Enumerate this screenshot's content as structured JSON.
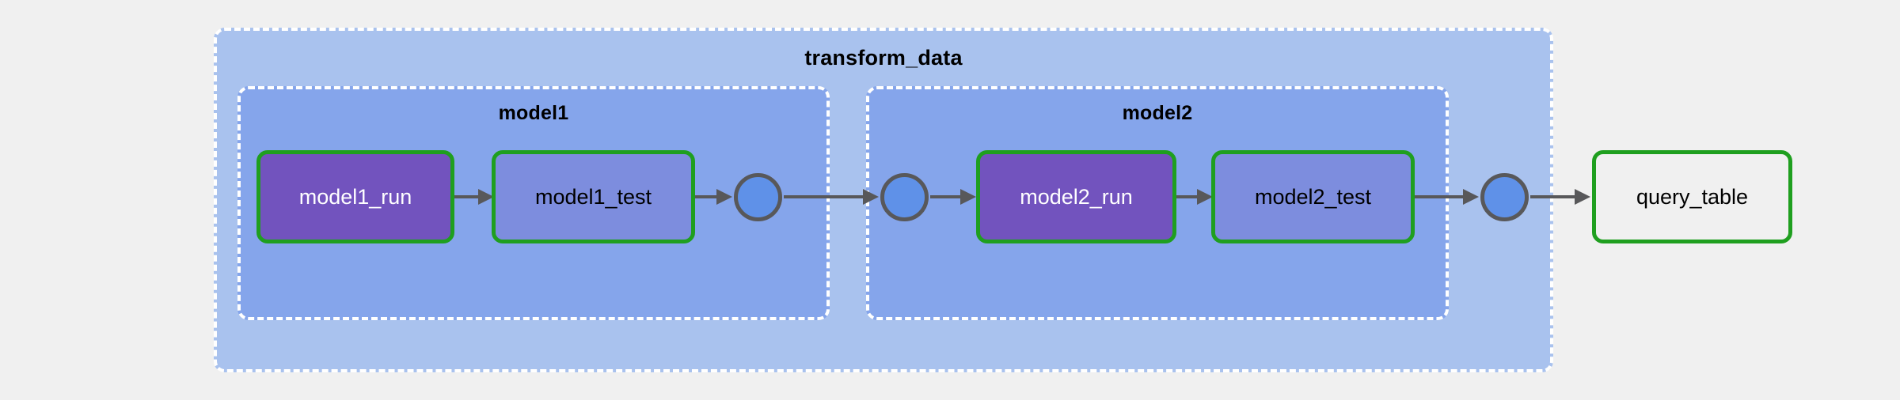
{
  "diagram": {
    "title": "transform_data",
    "background_color": "#f0f0f0",
    "clusters": [
      {
        "id": "transform_data",
        "label": "transform_data",
        "fill": "#a9c2ee",
        "border_color": "#ffffff",
        "border_style": "dashed"
      },
      {
        "id": "model1",
        "label": "model1",
        "fill": "#85a5eb",
        "border_color": "#ffffff",
        "border_style": "dashed"
      },
      {
        "id": "model2",
        "label": "model2",
        "fill": "#85a5eb",
        "border_color": "#ffffff",
        "border_style": "dashed"
      }
    ],
    "nodes": [
      {
        "id": "model1_run",
        "label": "model1_run",
        "shape": "rounded-rect",
        "fill": "#7253be",
        "text_color": "#ffffff",
        "border_color": "#1f9f1f",
        "cluster": "model1"
      },
      {
        "id": "model1_test",
        "label": "model1_test",
        "shape": "rounded-rect",
        "fill": "#7d8dde",
        "text_color": "#000000",
        "border_color": "#1f9f1f",
        "cluster": "model1"
      },
      {
        "id": "junction1",
        "label": "",
        "shape": "circle",
        "fill": "#5f91e8",
        "text_color": "#000000",
        "border_color": "#58585a",
        "cluster": "model1"
      },
      {
        "id": "junction2",
        "label": "",
        "shape": "circle",
        "fill": "#5f91e8",
        "text_color": "#000000",
        "border_color": "#58585a",
        "cluster": "model2"
      },
      {
        "id": "model2_run",
        "label": "model2_run",
        "shape": "rounded-rect",
        "fill": "#7253be",
        "text_color": "#ffffff",
        "border_color": "#1f9f1f",
        "cluster": "model2"
      },
      {
        "id": "model2_test",
        "label": "model2_test",
        "shape": "rounded-rect",
        "fill": "#7d8dde",
        "text_color": "#000000",
        "border_color": "#1f9f1f",
        "cluster": "model2"
      },
      {
        "id": "junction3",
        "label": "",
        "shape": "circle",
        "fill": "#5f91e8",
        "text_color": "#000000",
        "border_color": "#58585a",
        "cluster": "transform_data"
      },
      {
        "id": "query_table",
        "label": "query_table",
        "shape": "rounded-rect",
        "fill": "#f0f0f0",
        "text_color": "#000000",
        "border_color": "#1f9f1f",
        "cluster": null
      }
    ],
    "edges": [
      {
        "from": "model1_run",
        "to": "model1_test",
        "arrow": "solid",
        "color": "#58585a"
      },
      {
        "from": "model1_test",
        "to": "junction1",
        "arrow": "solid",
        "color": "#58585a"
      },
      {
        "from": "junction1",
        "to": "junction2",
        "arrow": "solid",
        "color": "#58585a"
      },
      {
        "from": "junction2",
        "to": "model2_run",
        "arrow": "solid",
        "color": "#58585a"
      },
      {
        "from": "model2_run",
        "to": "model2_test",
        "arrow": "solid",
        "color": "#58585a"
      },
      {
        "from": "model2_test",
        "to": "junction3",
        "arrow": "solid",
        "color": "#58585a"
      },
      {
        "from": "junction3",
        "to": "query_table",
        "arrow": "solid",
        "color": "#58585a"
      }
    ]
  }
}
